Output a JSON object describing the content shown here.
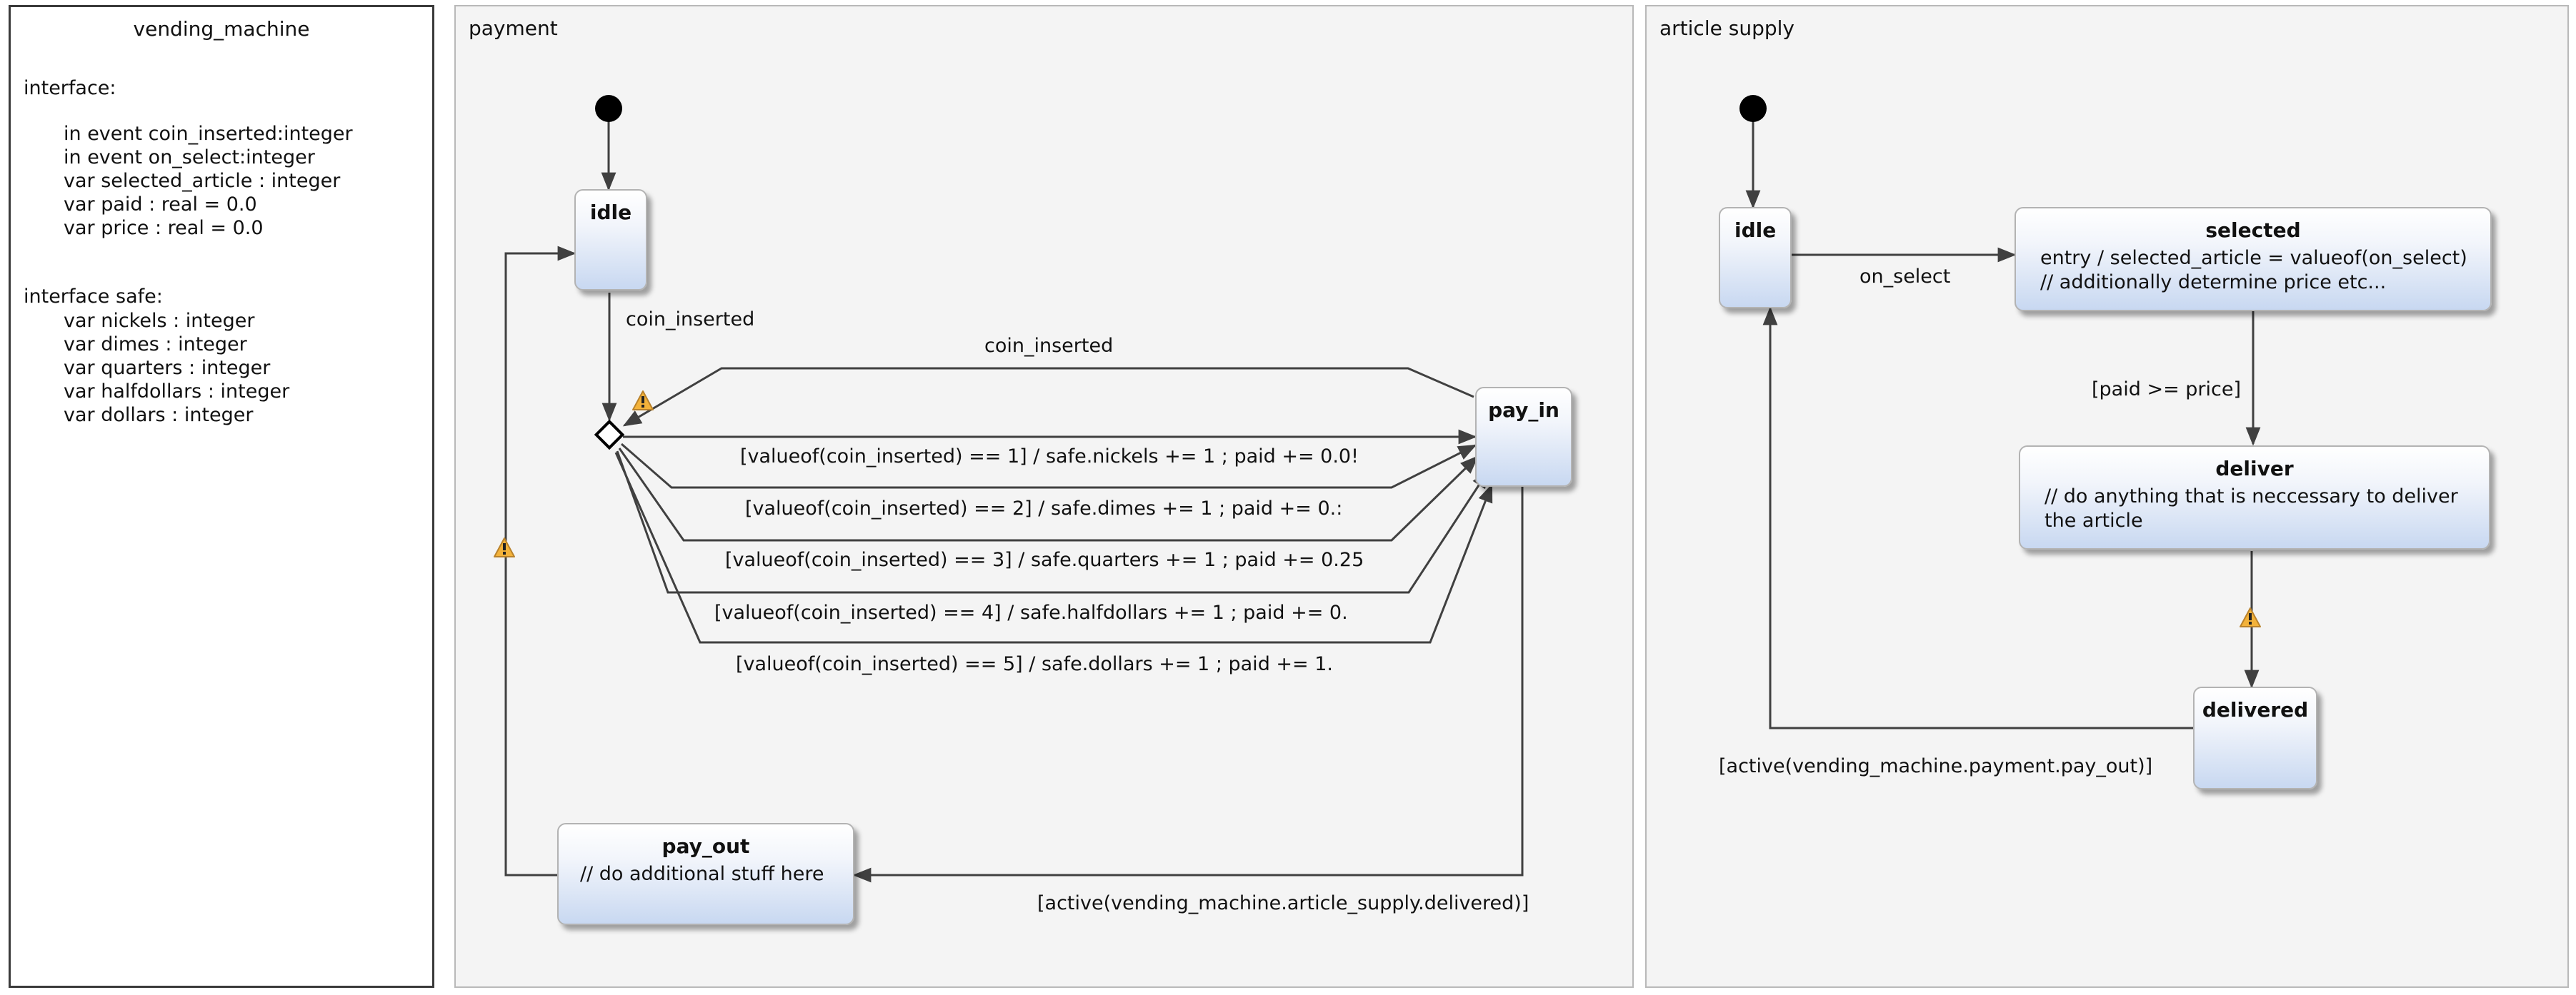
{
  "definitions": {
    "title": "vending_machine",
    "interface_heading": "interface:",
    "interface_lines": [
      "in event coin_inserted:integer",
      "in event on_select:integer",
      "var selected_article : integer",
      "var paid : real = 0.0",
      "var price : real = 0.0"
    ],
    "safe_heading": "interface safe:",
    "safe_lines": [
      "var nickels : integer",
      "var dimes : integer",
      "var quarters : integer",
      "var halfdollars : integer",
      "var dollars : integer"
    ]
  },
  "payment": {
    "title": "payment",
    "states": {
      "idle": {
        "name": "idle"
      },
      "pay_in": {
        "name": "pay_in"
      },
      "pay_out": {
        "name": "pay_out",
        "body": "// do additional stuff here"
      }
    },
    "transitions": {
      "idle_to_choice": "coin_inserted",
      "payin_to_choice": "coin_inserted",
      "guard_1": "[valueof(coin_inserted) == 1] / safe.nickels += 1 ; paid += 0.0!",
      "guard_2": "[valueof(coin_inserted) == 2] / safe.dimes += 1 ; paid += 0.:",
      "guard_3": "[valueof(coin_inserted) == 3] / safe.quarters += 1 ; paid += 0.25",
      "guard_4": "[valueof(coin_inserted) == 4] / safe.halfdollars += 1 ; paid += 0.",
      "guard_5": "[valueof(coin_inserted) == 5] / safe.dollars += 1 ; paid += 1.",
      "payin_to_payout": "[active(vending_machine.article_supply.delivered)]"
    }
  },
  "article_supply": {
    "title": "article supply",
    "states": {
      "idle": {
        "name": "idle"
      },
      "selected": {
        "name": "selected",
        "body_lines": [
          "entry / selected_article = valueof(on_select)",
          "// additionally determine price etc..."
        ]
      },
      "deliver": {
        "name": "deliver",
        "body_lines": [
          "// do anything that is neccessary to deliver",
          "the article"
        ]
      },
      "delivered": {
        "name": "delivered"
      }
    },
    "transitions": {
      "idle_to_selected": "on_select",
      "selected_to_deliver": "[paid >= price]",
      "delivered_to_idle": "[active(vending_machine.payment.pay_out)]"
    }
  },
  "colors": {
    "warning": "#f3b23a",
    "state_fill_bottom": "#c8d8f1",
    "edge": "#404040"
  }
}
